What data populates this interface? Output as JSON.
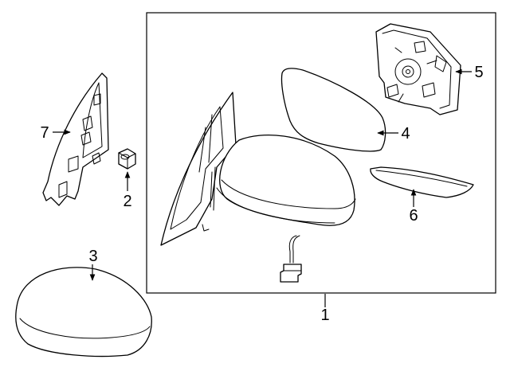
{
  "diagram": {
    "callouts": {
      "c1": "1",
      "c2": "2",
      "c3": "3",
      "c4": "4",
      "c5": "5",
      "c6": "6",
      "c7": "7"
    },
    "colors": {
      "line": "#000000",
      "background": "#ffffff"
    },
    "parts": [
      {
        "callout": "1",
        "icon": "mirror-assembly"
      },
      {
        "callout": "2",
        "icon": "hex-nut"
      },
      {
        "callout": "3",
        "icon": "mirror-cover"
      },
      {
        "callout": "4",
        "icon": "mirror-glass"
      },
      {
        "callout": "5",
        "icon": "mirror-actuator"
      },
      {
        "callout": "6",
        "icon": "signal-lamp"
      },
      {
        "callout": "7",
        "icon": "mounting-cover"
      }
    ]
  }
}
